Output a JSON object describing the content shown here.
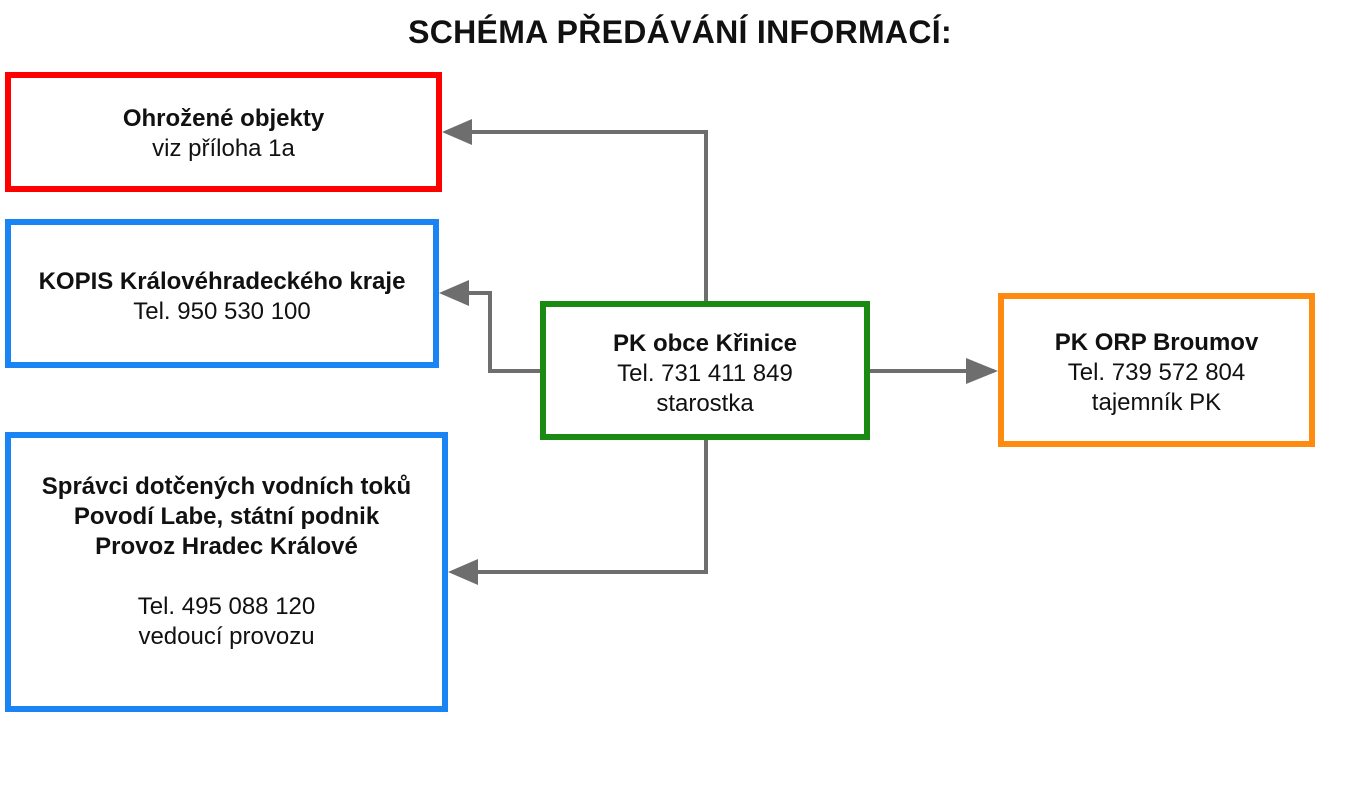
{
  "title": "SCHÉMA PŘEDÁVÁNÍ INFORMACÍ:",
  "colors": {
    "threatened_border": "#ff0000",
    "kopis_border": "#1a84f5",
    "spravci_border": "#1a84f5",
    "center_border": "#1a8a12",
    "orp_border": "#ff8a10",
    "arrow": "#6e6e6e"
  },
  "nodes": {
    "threatened": {
      "name": "Ohrožené objekty",
      "line1": "viz příloha 1a"
    },
    "kopis": {
      "name": "KOPIS Královéhradeckého kraje",
      "line1": "Tel. 950 530 100"
    },
    "spravci": {
      "name1": "Správci dotčených vodních toků",
      "name2": "Povodí Labe, státní podnik",
      "name3": "Provoz Hradec Králové",
      "line1": "Tel. 495 088 120",
      "line2": "vedoucí provozu"
    },
    "center": {
      "name": "PK obce Křinice",
      "line1": "Tel. 731 411 849",
      "line2": "starostka"
    },
    "orp": {
      "name": "PK ORP Broumov",
      "line1": "Tel. 739 572 804",
      "line2": "tajemník PK"
    }
  }
}
